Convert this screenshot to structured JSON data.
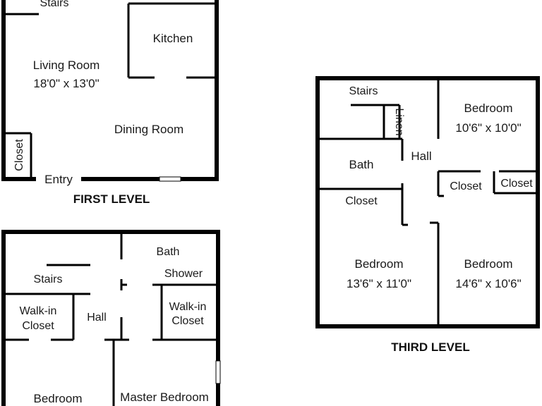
{
  "first_level": {
    "title": "FIRST LEVEL",
    "stairs": "Stairs",
    "kitchen": "Kitchen",
    "living_room": "Living Room",
    "living_room_dims": "18'0\" x 13'0\"",
    "dining_room": "Dining Room",
    "closet": "Closet",
    "entry": "Entry"
  },
  "second_level": {
    "stairs": "Stairs",
    "bath": "Bath",
    "shower": "Shower",
    "walkin_closet_left_line1": "Walk-in",
    "walkin_closet_left_line2": "Closet",
    "hall": "Hall",
    "walkin_closet_right_line1": "Walk-in",
    "walkin_closet_right_line2": "Closet",
    "bedroom": "Bedroom",
    "master_bedroom": "Master Bedroom"
  },
  "third_level": {
    "title": "THIRD LEVEL",
    "stairs": "Stairs",
    "linen": "Linen",
    "hall": "Hall",
    "bath": "Bath",
    "closet_left": "Closet",
    "closet_center": "Closet",
    "closet_right": "Closet",
    "bedroom_top": "Bedroom",
    "bedroom_top_dims": "10'6\" x 10'0\"",
    "bedroom_left": "Bedroom",
    "bedroom_left_dims": "13'6\" x 11'0\"",
    "bedroom_right": "Bedroom",
    "bedroom_right_dims": "14'6\" x 10'6\""
  }
}
